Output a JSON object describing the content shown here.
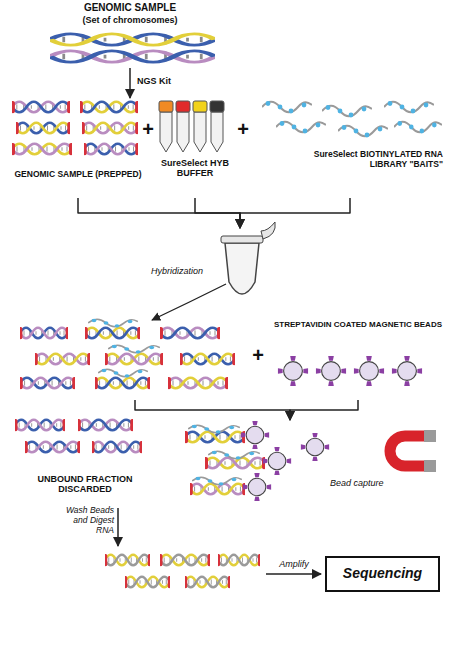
{
  "diagram": {
    "nodes": [
      {
        "text": [
          "GENOMIC SAMPLE",
          "(Set of chromosomes)"
        ]
      },
      {
        "text": [
          "GENOMIC SAMPLE (PREPPED)"
        ]
      },
      {
        "text": [
          "SureSelect HYB BUFFER"
        ]
      },
      {
        "text": [
          "SureSelect BIOTINYLATED RNA LIBRARY \"BAITS\""
        ]
      },
      {
        "text": [
          "Hybridization"
        ]
      },
      {
        "text": [
          "STREPTAVIDIN COATED MAGNETIC BEADS"
        ]
      },
      {
        "text": [
          "Bead capture"
        ]
      },
      {
        "text": [
          "UNBOUND FRACTION DISCARDED"
        ]
      },
      {
        "text": [
          "Sequencing"
        ]
      }
    ],
    "edges": [
      {
        "from": 0,
        "to": 1,
        "arrow": "to",
        "label": "NGS Kit"
      },
      {
        "from": 1,
        "to": 4,
        "arrow": "to"
      },
      {
        "from": 2,
        "to": 4,
        "arrow": "to"
      },
      {
        "from": 3,
        "to": 4,
        "arrow": "to"
      },
      {
        "from": 4,
        "to": 6,
        "arrow": "to"
      },
      {
        "from": 5,
        "to": 6,
        "arrow": "to"
      }
    ],
    "labels": [
      "+",
      "+",
      "+",
      "Wash Beads and Digest RNA",
      "Amplify"
    ]
  }
}
